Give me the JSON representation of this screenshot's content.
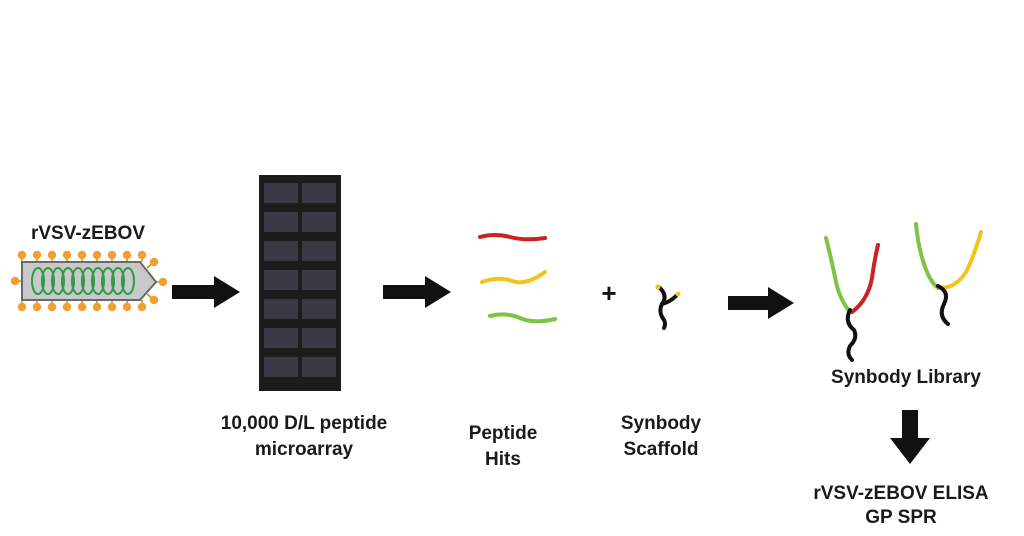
{
  "virus": {
    "label": "rVSV-zEBOV"
  },
  "microarray": {
    "label_line1": "10,000 D/L peptide",
    "label_line2": "microarray"
  },
  "peptide_hits": {
    "label_line1": "Peptide",
    "label_line2": "Hits",
    "colors": {
      "red": "#cc2222",
      "yellow": "#f2c418",
      "green": "#7cc443"
    }
  },
  "plus_sign": "+",
  "scaffold": {
    "label_line1": "Synbody",
    "label_line2": "Scaffold"
  },
  "library": {
    "label": "Synbody Library"
  },
  "assays": {
    "line1": "rVSV-zEBOV  ELISA",
    "line2": "GP SPR"
  },
  "colors": {
    "arrow": "#111111",
    "array_bg": "#1c1c1c",
    "virus_capsule": "#c9c9c9",
    "virus_spike": "#f0a030",
    "virus_coil": "#2f9a4a"
  }
}
